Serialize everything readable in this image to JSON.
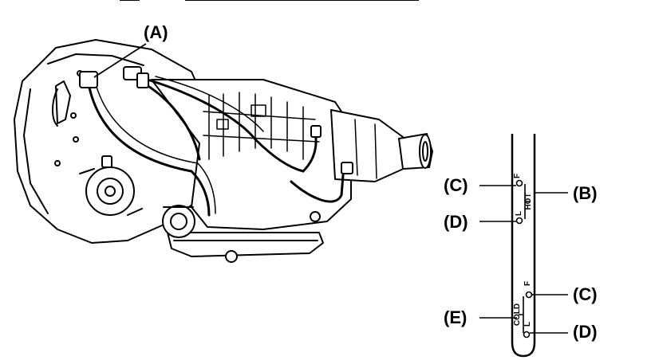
{
  "diagram": {
    "colors": {
      "line": "#000000",
      "fill": "#ffffff"
    },
    "callouts": {
      "A": "(A)",
      "B": "(B)",
      "C_upper": "(C)",
      "D_upper": "(D)",
      "C_lower": "(C)",
      "D_lower": "(D)",
      "E": "(E)"
    },
    "dipstick": {
      "hot_scale": {
        "full": "F",
        "low": "L",
        "range": "HOT"
      },
      "cold_scale": {
        "full": "F",
        "low": "L",
        "range": "COLD"
      }
    }
  }
}
